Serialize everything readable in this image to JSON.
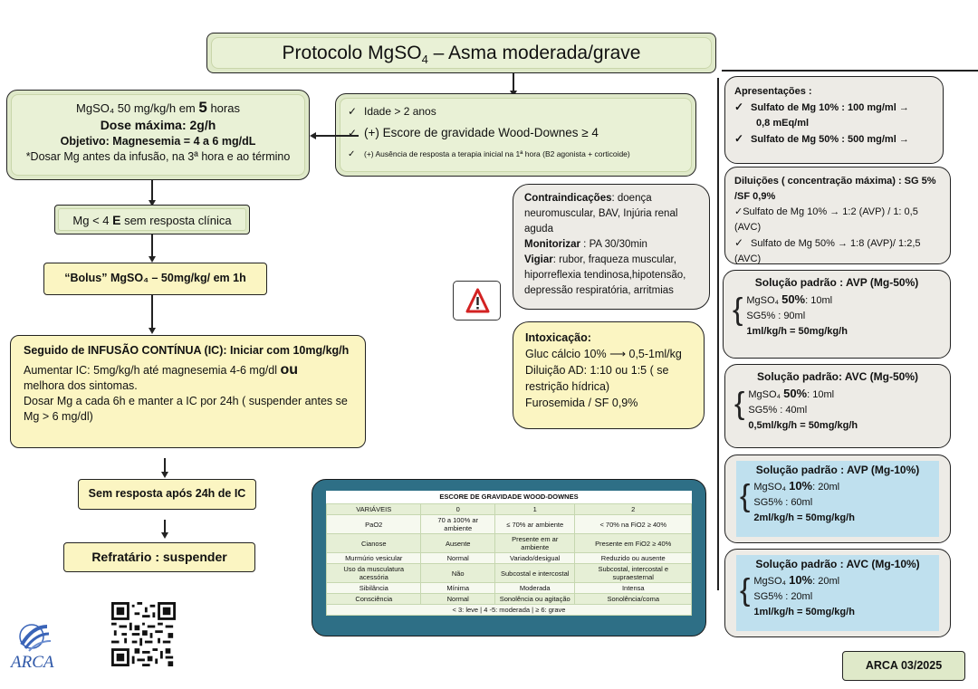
{
  "title": {
    "text_before": "Protocolo MgSO",
    "sub": "4",
    "text_after": " – Asma moderada/grave"
  },
  "left_box": {
    "line1_before": "MgSO₄ 50 mg/kg/h em ",
    "line1_big": "5",
    "line1_after": " horas",
    "dose": "Dose máxima: 2g/h",
    "objetivo": "Objetivo: Magnesemia = 4 a 6 mg/dL",
    "dosar": "*Dosar Mg antes da infusão, na 3ª hora e ao término"
  },
  "criteria": {
    "idade": "Idade > 2 anos",
    "escore": "(+) Escore de gravidade Wood-Downes ≥ 4",
    "ausencia": "(+) Ausência de resposta a terapia inicial na 1ª hora  (B2 agonista  +  corticoide)",
    "check": "✓"
  },
  "mg_box": {
    "before": "Mg < 4  ",
    "big": "E",
    "after": "  sem resposta clínica"
  },
  "bolus": "“Bolus” MgSO₄ –  50mg/kg/ em 1h",
  "infusao": {
    "heading": "Seguido de INFUSÃO CONTÍNUA (IC): Iniciar com 10mg/kg/h",
    "line2_before": "Aumentar IC:  5mg/kg/h até magnesemia 4-6 mg/dl  ",
    "line2_big": "ou",
    "line3": "melhora dos sintomas.",
    "line4": "Dosar Mg a cada 6h e manter a IC por 24h ( suspender antes se Mg > 6 mg/dl)"
  },
  "sem_resposta": "Sem resposta após 24h de IC",
  "refratario": "Refratário : suspender",
  "contra": {
    "contra_label": "Contraindicações",
    "contra_text": ": doença neuromuscular, BAV, Injúria renal aguda",
    "monit_label": "Monitorizar",
    "monit_text": " : PA 30/30min",
    "vigiar_label": "Vigiar",
    "vigiar_text": ": rubor, fraqueza muscular, hiporreflexia tendinosa,hipotensão, depressão respiratória, arritmias"
  },
  "warning_icon": "⚠",
  "intox": {
    "heading": "Intoxicação:",
    "line1": "Gluc cálcio 10%  ⟶  0,5-1ml/kg",
    "line2": "Diluição AD: 1:10 ou 1:5 ( se restrição hídrica)",
    "line3": "Furosemida / SF 0,9%"
  },
  "apresentacoes": {
    "heading": "Apresentações :",
    "item1": "Sulfato de Mg 10%  :  100 mg/ml →",
    "item1b": "0,8 mEq/ml",
    "item2": "Sulfato de Mg 50% :  500 mg/ml →"
  },
  "diluicoes": {
    "heading": "Diluições ( concentração máxima) : SG 5% /SF 0,9%",
    "item1": "✓Sulfato de Mg 10% → 1:2 (AVP) / 1: 0,5 (AVC)",
    "item2": "Sulfato de Mg 50%  → 1:8 (AVP)/  1:2,5 (AVC)"
  },
  "solucoes": [
    {
      "title": "Solução padrão : AVP  (Mg-50%)",
      "mg_label": "MgSO₄ ",
      "mg_pct": "50%",
      "mg_rest": ": 10ml",
      "sg": "SG5% : 90ml",
      "rate": "1ml/kg/h = 50mg/kg/h"
    },
    {
      "title": "Solução padrão: AVC  (Mg-50%)",
      "mg_label": "MgSO₄ ",
      "mg_pct": "50%",
      "mg_rest": ": 10ml",
      "sg": "SG5% : 40ml",
      "rate": "0,5ml/kg/h = 50mg/kg/h"
    },
    {
      "title": "Solução padrão : AVP  (Mg-10%)",
      "mg_label": "MgSO₄ ",
      "mg_pct": "10%",
      "mg_rest": ": 20ml",
      "sg": "SG5% : 60ml",
      "rate": "2ml/kg/h = 50mg/kg/h"
    },
    {
      "title": "Solução padrão : AVC  (Mg-10%)",
      "mg_label": "MgSO₄ ",
      "mg_pct": "10%",
      "mg_rest": ": 20ml",
      "sg": "SG5% : 20ml",
      "rate": "1ml/kg/h = 50mg/kg/h"
    }
  ],
  "wood_downes": {
    "title": "ESCORE DE GRAVIDADE WOOD-DOWNES",
    "header": [
      "VARIÁVEIS",
      "0",
      "1",
      "2"
    ],
    "rows": [
      [
        "PaO2",
        "70 a 100% ar ambiente",
        "≤ 70% ar ambiente",
        "< 70% na FiO2 ≥ 40%"
      ],
      [
        "Cianose",
        "Ausente",
        "Presente em ar ambiente",
        "Presente em FiO2 ≥ 40%"
      ],
      [
        "Murmúrio vesicular",
        "Normal",
        "Variado/desigual",
        "Reduzido ou ausente"
      ],
      [
        "Uso da musculatura acessória",
        "Não",
        "Subcostal e intercostal",
        "Subcostal, intercostal e supraesternal"
      ],
      [
        "Sibilância",
        "Mínima",
        "Moderada",
        "Intensa"
      ],
      [
        "Consciência",
        "Normal",
        "Sonolência ou agitação",
        "Sonolência/coma"
      ]
    ],
    "footer": "< 3: leve  |  4 -5: moderada  |  ≥ 6:  grave"
  },
  "logo": {
    "text": "ARCA"
  },
  "footer_badge": "ARCA 03/2025",
  "colors": {
    "green": "#dfe9c9",
    "yellow": "#fbf5c2",
    "gray": "#edebe6",
    "blue": "#bfe0ee",
    "teal": "#2e6f86"
  }
}
